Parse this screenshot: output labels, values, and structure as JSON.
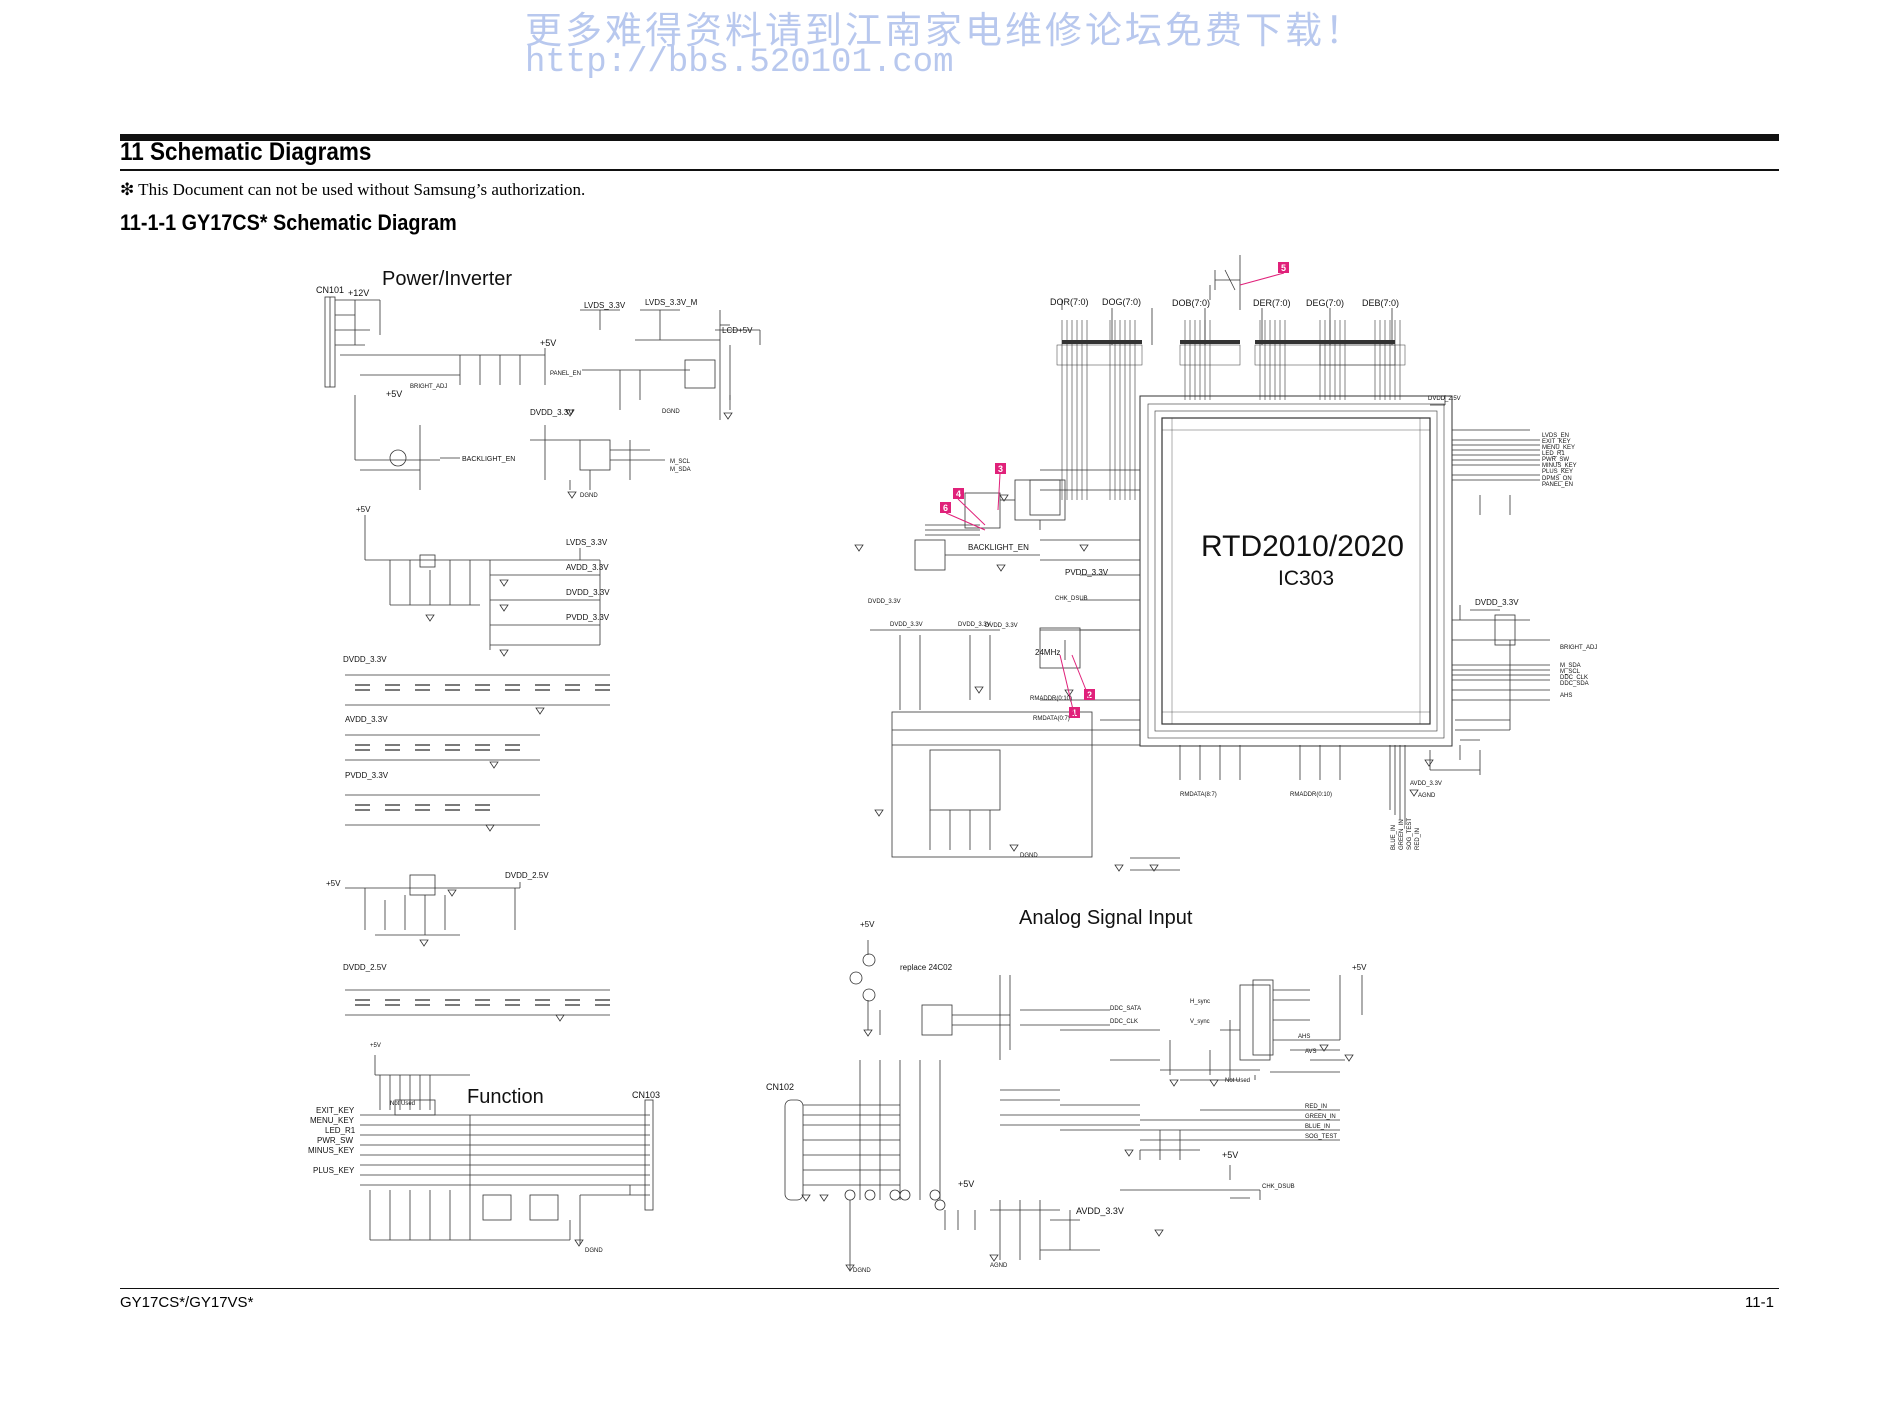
{
  "watermark": {
    "line1": "更多难得资料请到江南家电维修论坛免费下载！",
    "line2": "http://bbs.520101.com"
  },
  "header": {
    "section_title": "11 Schematic Diagrams",
    "notice": "❇ This Document can not be used without Samsung’s authorization.",
    "subsection_title": "11-1-1 GY17CS* Schematic Diagram"
  },
  "schematic": {
    "blocks": {
      "power": "Power/Inverter",
      "analog": "Analog Signal Input",
      "function": "Function",
      "main_ic_name": "RTD2010/2020",
      "main_ic_ref": "IC303"
    },
    "markers": [
      "1",
      "2",
      "3",
      "4",
      "5",
      "6"
    ],
    "power_labels": [
      "CN101",
      "+12V",
      "+5V",
      "+5V",
      "BRIGHT_ADJ",
      "BACKLIGHT_EN",
      "PANEL_EN",
      "LVDS_3.3V",
      "LVDS_3.3V_M",
      "LCD+5V",
      "DVDD_3.3V",
      "M_SCL",
      "M_SDA",
      "DGND",
      "DGND",
      "+5V",
      "LVDS_3.3V",
      "AVDD_3.3V",
      "DVDD_3.3V",
      "PVDD_3.3V",
      "DVDD_3.3V",
      "AVDD_3.3V",
      "PVDD_3.3V",
      "+5V",
      "DVDD_2.5V",
      "DVDD_2.5V"
    ],
    "bus_labels": [
      "DOR(7:0)",
      "DOG(7:0)",
      "DOB(7:0)",
      "DER(7:0)",
      "DEG(7:0)",
      "DEB(7:0)"
    ],
    "main_labels": [
      "BACKLIGHT_EN",
      "PVDD_3.3V",
      "CHK_DSUB",
      "24MHz",
      "RMADDR(0:10)",
      "RMDATA(0:7)",
      "DVDD_3.3V",
      "DVDD_3.3V",
      "DVDD_3.3V",
      "DVDD_3.3V",
      "RMDATA(8:7)",
      "RMADDR(0:10)",
      "AVDD_3.3V",
      "DVDD_2.5V",
      "DVDD_3.3V",
      "AGND",
      "DGND"
    ],
    "right_signals": [
      "LVDS_EN",
      "EXIT_KEY",
      "MENU_KEY",
      "LED_R1",
      "PWR_SW",
      "MINUS_KEY",
      "PLUS_KEY",
      "DPMS_ON",
      "PANEL_EN",
      "BRIGHT_ADJ",
      "M_SDA",
      "M_SCL",
      "DDC_CLK",
      "DDC_SDA",
      "AHS"
    ],
    "bottom_signals": [
      "BLUE_IN",
      "GREEN_IN",
      "SOG_TEST",
      "RED_IN"
    ],
    "analog_labels": [
      "+5V",
      "replace 24C02",
      "DDC_SATA",
      "DDC_CLK",
      "H_sync",
      "V_sync",
      "+5V",
      "AHS",
      "AVS",
      "CN102",
      "RED_IN",
      "GREEN_IN",
      "BLUE_IN",
      "SOG_TEST",
      "Not Used",
      "+5V",
      "CHK_DSUB",
      "+5V",
      "AVDD_3.3V",
      "DGND",
      "AGND"
    ],
    "function_labels": [
      "+5V",
      "Not Used",
      "CN103",
      "EXIT_KEY",
      "MENU_KEY",
      "LED_R1",
      "PWR_SW",
      "MINUS_KEY",
      "PLUS_KEY",
      "DGND"
    ]
  },
  "footer": {
    "model": "GY17CS*/GY17VS*",
    "page": "11-1"
  }
}
